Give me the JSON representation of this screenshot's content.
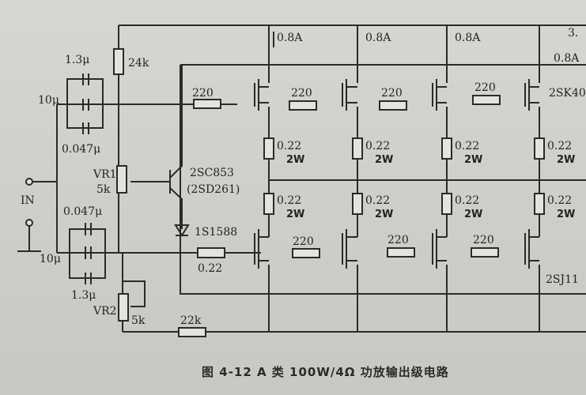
{
  "figure": {
    "caption": "图 4-12   A 类 100W/4Ω 功放输出级电路",
    "number": "图 4-12",
    "title": "A 类 100W/4Ω 功放输出级电路"
  },
  "components": {
    "c_top_1": "1.3μ",
    "c_top_2": "0.047μ",
    "c_in_top": "10μ",
    "c_bot_1": "0.047μ",
    "c_bot_2": "1.3μ",
    "c_in_bot": "10μ",
    "r_24k": "24k",
    "vr1": "VR1",
    "vr1_val": "5k",
    "vr2": "VR2",
    "vr2_val": "5k",
    "r_22k": "22k",
    "q_bias": "2SC853",
    "q_bias_alt": "(2SD261)",
    "diode": "1S1588",
    "r_emitter": "0.22",
    "input": "IN",
    "gate_r": "220",
    "source_r": "0.22",
    "source_r_power": "2W",
    "n_mosfet": "2SK40",
    "p_mosfet": "2SJ11",
    "branch_current": "0.8A",
    "total_current": "3."
  }
}
